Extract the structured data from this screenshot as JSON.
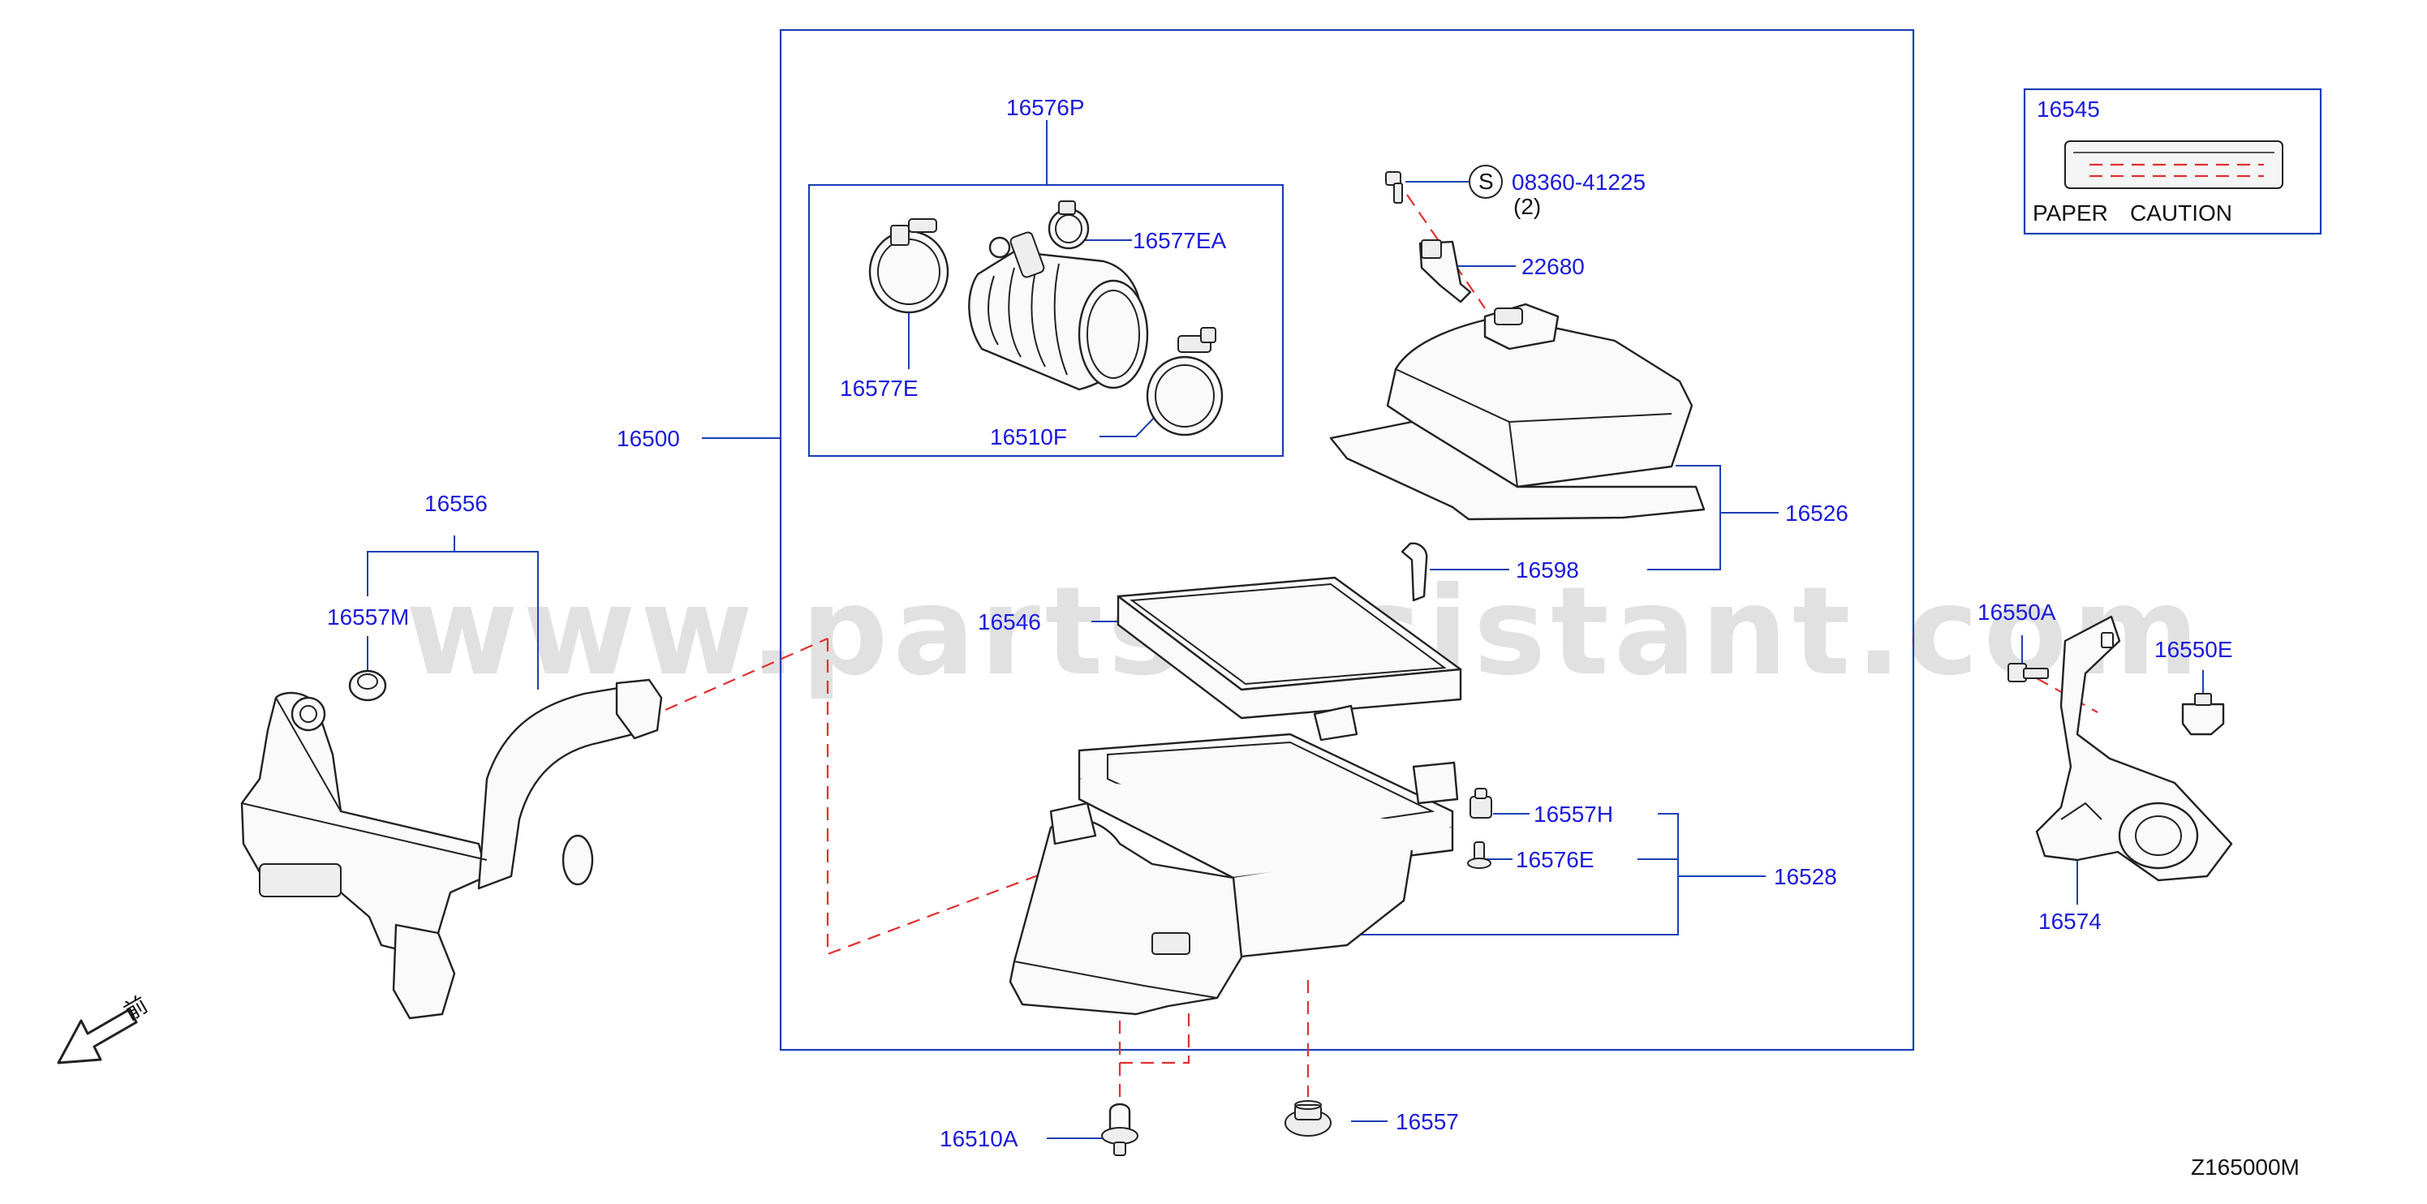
{
  "watermark": "www.partsassistant.com",
  "diagram_code": "Z165000M",
  "front_label": "前",
  "caution_label": {
    "part_no": "16545",
    "text_left": "PAPER",
    "text_right": "CAUTION"
  },
  "screw_spec": {
    "symbol": "S",
    "part_no": "08360-41225",
    "qty": "(2)"
  },
  "part_labels": {
    "p16576P": "16576P",
    "p16577EA": "16577EA",
    "p16577E": "16577E",
    "p16510F": "16510F",
    "p16500": "16500",
    "p22680": "22680",
    "p16526": "16526",
    "p16598": "16598",
    "p16546": "16546",
    "p16556": "16556",
    "p16557M": "16557M",
    "p16550A": "16550A",
    "p16550E": "16550E",
    "p16557H": "16557H",
    "p16576E": "16576E",
    "p16528": "16528",
    "p16574": "16574",
    "p16510A": "16510A",
    "p16557": "16557"
  }
}
